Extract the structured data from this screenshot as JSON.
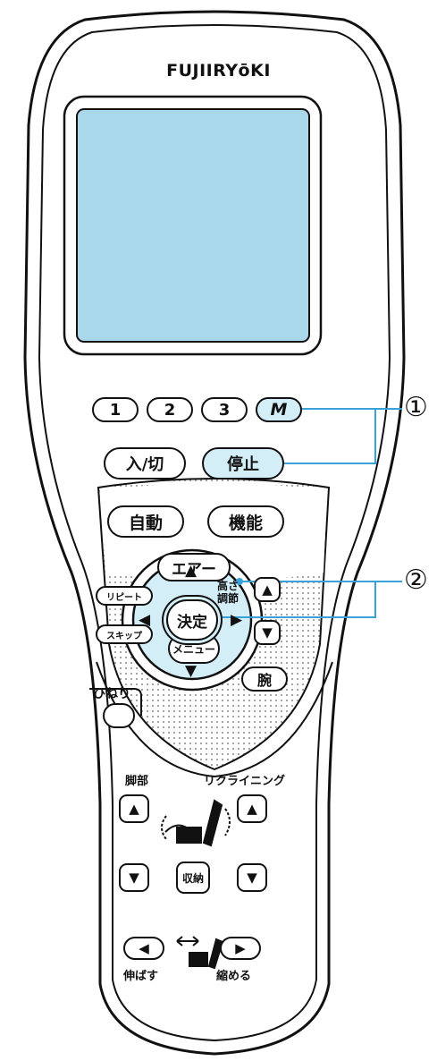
{
  "brand": "FUJIIRYōKI",
  "memory_buttons": [
    "1",
    "2",
    "3",
    "M"
  ],
  "power_button": "入/切",
  "stop_button": "停止",
  "auto_button": "自動",
  "function_button": "機能",
  "air_button": "エアー",
  "repeat_button": "リピート",
  "skip_button": "スキップ",
  "menu_button": "メニュー",
  "height_label": "高さ\n調節",
  "arm_button": "腕",
  "enter_button": "決定",
  "twist_label": "ひねり",
  "leg_label": "脚部",
  "recline_label": "リクライニング",
  "store_button": "収納",
  "extend_label": "伸ばす",
  "retract_label": "縮める",
  "callouts": [
    "①",
    "②"
  ],
  "arrows": {
    "up": "▲",
    "down": "▼",
    "left": "◀",
    "right": "▶"
  },
  "colors": {
    "screen": "#a8d8ea",
    "highlight": "#d4eef8",
    "outline": "#111111"
  }
}
